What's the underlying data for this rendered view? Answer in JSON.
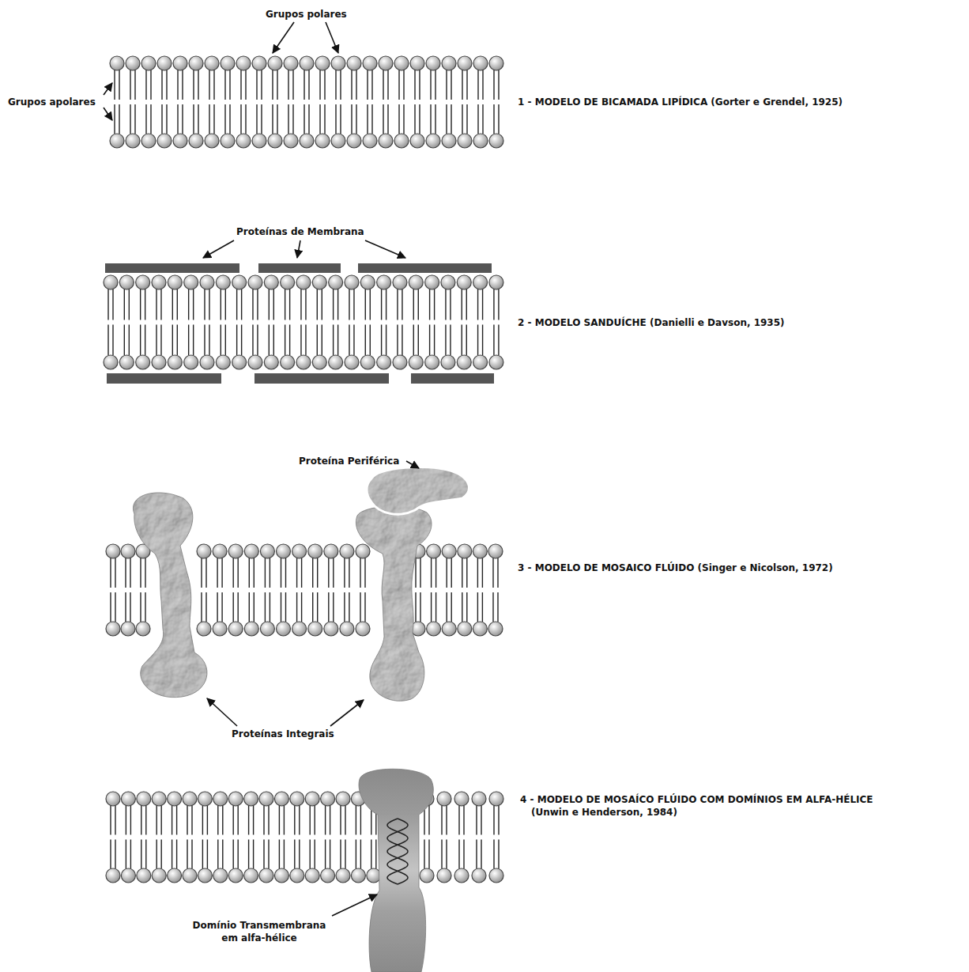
{
  "diagram": {
    "labels": [
      "Grupos polares",
      "Grupos apolares",
      "1 - MODELO DE BICAMADA LIPÍDICA (Gorter e Grendel, 1925)",
      "Proteínas de Membrana",
      "2 - MODELO SANDUÍCHE (Danielli e Davson, 1935)",
      "Proteína Periférica",
      "3 - MODELO DE MOSAICO FLÚIDO (Singer e Nicolson, 1972)",
      "Proteínas Integrais",
      "4 - MODELO DE MOSAÍCO FLÚIDO COM DOMÍNIOS EM ALFA-HÉLICE (Unwin e Henderson, 1984)",
      "Domínio Transmembrana em alfa-hélice"
    ]
  }
}
